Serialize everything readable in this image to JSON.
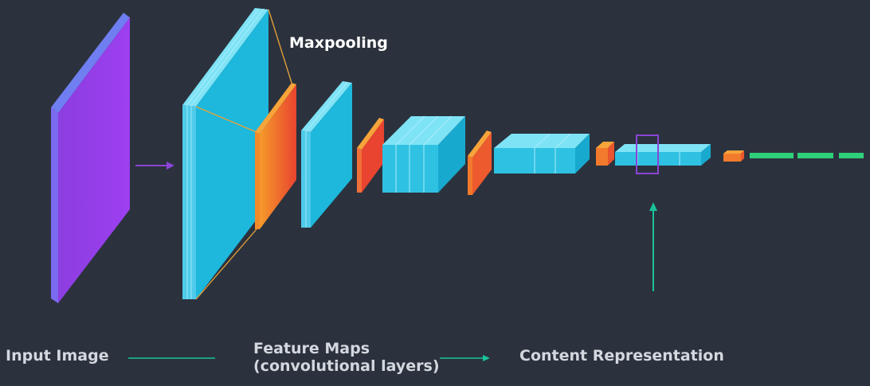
{
  "labels": {
    "maxpooling": "Maxpooling",
    "input_image": "Input Image",
    "feature_maps_line1": "Feature Maps",
    "feature_maps_line2": "(convolutional layers)",
    "content_representation": "Content Representation"
  },
  "colors": {
    "background": "#2b323d",
    "input_purple": "#9b3fe8",
    "conv_blue": "#1fb8dc",
    "pool_orange": "#f27a2c",
    "pool_red": "#e8442f",
    "fc_green": "#2fd07a",
    "arrow_green": "#19c39a",
    "arrow_purple": "#8a44d6",
    "highlight_box": "#8a44d6"
  }
}
